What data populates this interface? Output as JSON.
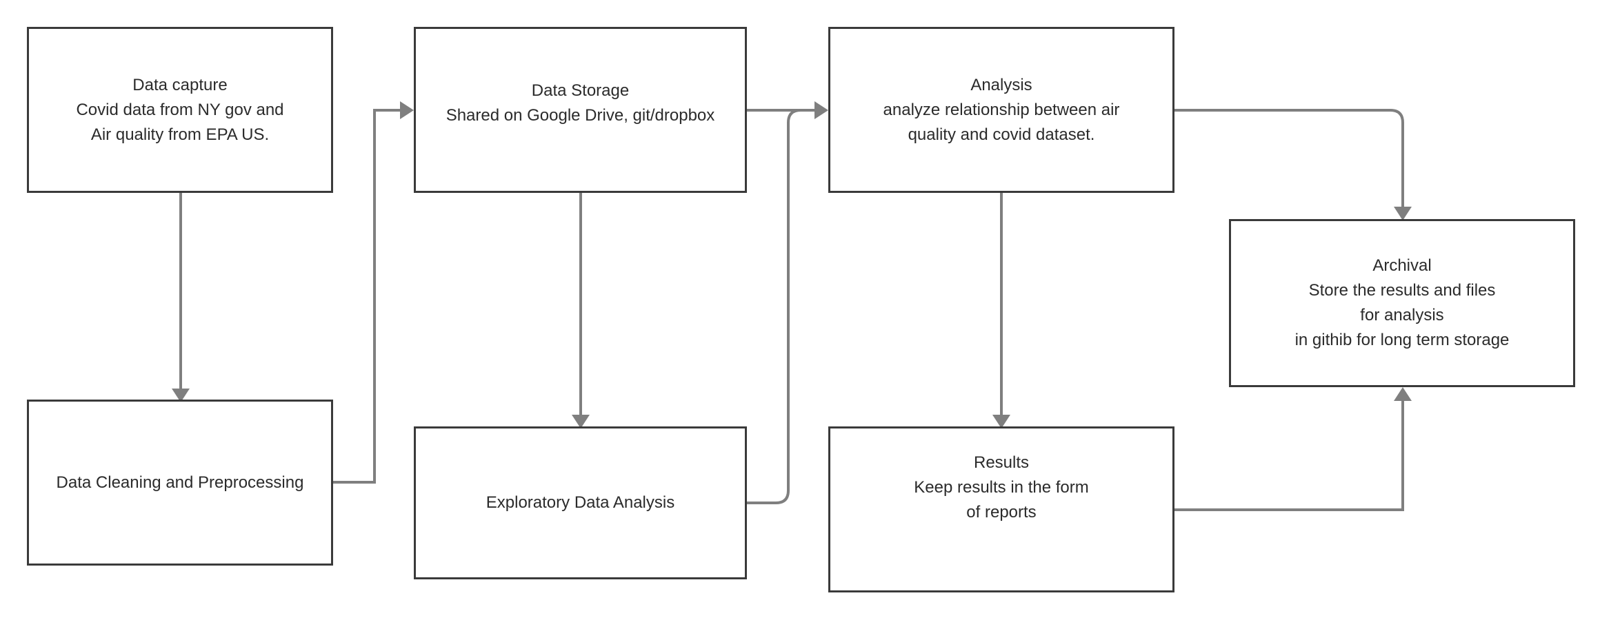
{
  "diagram": {
    "nodes": [
      {
        "id": "capture",
        "lines": [
          "Data capture",
          "Covid data from NY gov and",
          "Air quality from EPA US."
        ]
      },
      {
        "id": "cleaning",
        "lines": [
          "Data Cleaning and Preprocessing"
        ]
      },
      {
        "id": "storage",
        "lines": [
          "Data Storage",
          "Shared on Google Drive, git/dropbox"
        ]
      },
      {
        "id": "eda",
        "lines": [
          "Exploratory Data Analysis"
        ]
      },
      {
        "id": "analysis",
        "lines": [
          "Analysis",
          "analyze relationship between air",
          "quality and covid dataset."
        ]
      },
      {
        "id": "results",
        "lines": [
          "Results",
          "Keep results in the form",
          "of reports"
        ]
      },
      {
        "id": "archival",
        "lines": [
          "Archival",
          "Store the results and files",
          "for analysis",
          "in githib for long term storage"
        ]
      }
    ],
    "edges": [
      {
        "from": "capture",
        "to": "cleaning"
      },
      {
        "from": "cleaning",
        "to": "storage"
      },
      {
        "from": "storage",
        "to": "analysis"
      },
      {
        "from": "storage",
        "to": "eda"
      },
      {
        "from": "eda",
        "to": "analysis"
      },
      {
        "from": "analysis",
        "to": "results"
      },
      {
        "from": "analysis",
        "to": "archival"
      },
      {
        "from": "results",
        "to": "archival"
      }
    ],
    "colors": {
      "box_border": "#3a3a3a",
      "connector": "#7f7f7f",
      "text": "#2b2b2b"
    }
  }
}
